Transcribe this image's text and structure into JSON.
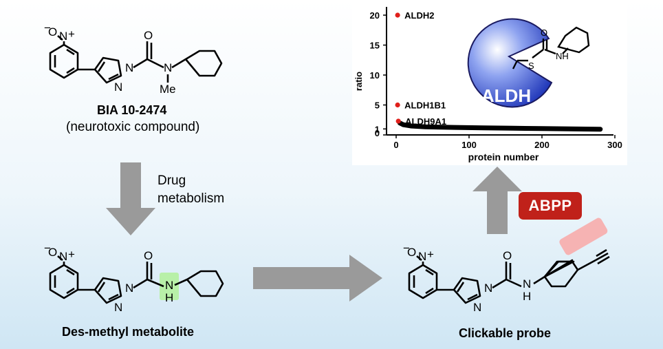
{
  "compound1": {
    "name": "BIA 10-2474",
    "note": "(neurotoxic compound)",
    "atoms": {
      "n_oxide_o": "O",
      "pyr_n": "N",
      "im_n1": "N",
      "im_n2": "N",
      "carbonyl_o": "O",
      "amide_n": "N",
      "methyl": "Me"
    }
  },
  "metabolism_label": [
    "Drug",
    "metabolism"
  ],
  "compound2": {
    "name": "Des-methyl metabolite",
    "atoms": {
      "n_oxide_o": "O",
      "pyr_n": "N",
      "im_n1": "N",
      "im_n2": "N",
      "carbonyl_o": "O",
      "amide_n": "N",
      "amide_h": "H"
    },
    "highlight_color": "#b8f0a8"
  },
  "compound3": {
    "name": "Clickable probe",
    "atoms": {
      "n_oxide_o": "O",
      "pyr_n": "N",
      "im_n1": "N",
      "im_n2": "N",
      "carbonyl_o": "O",
      "amide_n": "N",
      "amide_h": "H"
    },
    "highlight_color": "#f6b3b3"
  },
  "abpp_label": "ABPP",
  "enzyme": {
    "label": "ALDH",
    "adduct_atoms": {
      "s": "S",
      "o": "O",
      "nh": "NH"
    },
    "color": "#3f5ad6"
  },
  "colors": {
    "arrow": "#9a9a9a",
    "abpp_bg": "#c0211a",
    "point": "#e0201b"
  },
  "chart_data": {
    "type": "scatter",
    "xlabel": "protein number",
    "ylabel": "ratio",
    "xlim": [
      0,
      300
    ],
    "ylim": [
      0,
      20
    ],
    "x_ticks": [
      "0",
      "100",
      "200",
      "300"
    ],
    "y_ticks": [
      "0",
      "1",
      "5",
      "10",
      "15",
      "20"
    ],
    "highlighted": [
      {
        "label": "ALDH2",
        "x": 2,
        "y": 20
      },
      {
        "label": "ALDH1B1",
        "x": 2,
        "y": 5
      },
      {
        "label": "ALDH9A1",
        "x": 3,
        "y": 2.3
      }
    ],
    "series": [
      {
        "points_curve": [
          [
            5,
            2.0
          ],
          [
            10,
            1.7
          ],
          [
            20,
            1.5
          ],
          [
            40,
            1.35
          ],
          [
            80,
            1.25
          ],
          [
            120,
            1.18
          ],
          [
            160,
            1.12
          ],
          [
            200,
            1.06
          ],
          [
            240,
            1.0
          ],
          [
            280,
            0.95
          ]
        ]
      }
    ]
  }
}
